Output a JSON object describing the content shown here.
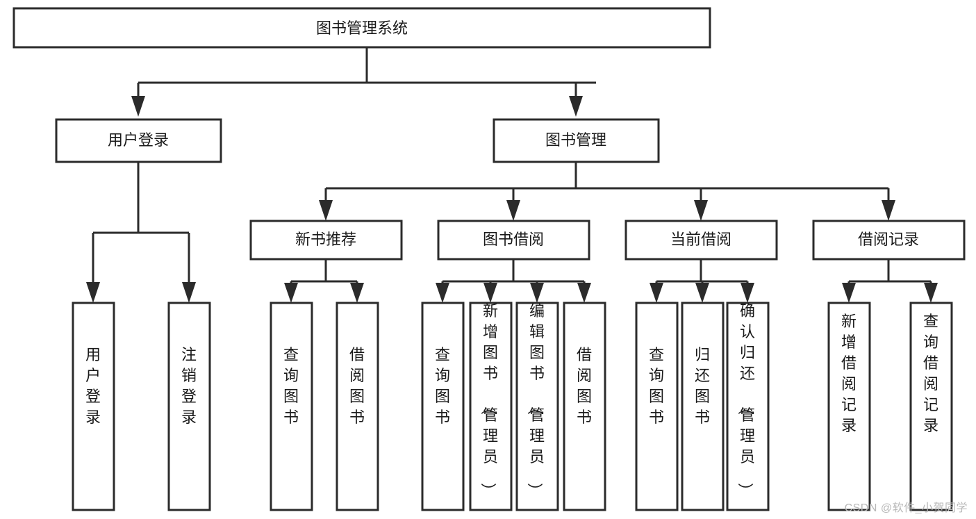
{
  "diagram": {
    "title": "图书管理系统",
    "type": "tree",
    "watermark": "CSDN @软件_小贺同学",
    "colors": {
      "box_stroke": "#2b2b2b",
      "box_fill": "#ffffff",
      "text": "#1a1a1a",
      "watermark": "#b8b8b8",
      "background": "#ffffff"
    },
    "nodes": {
      "root": {
        "label": "图书管理系统",
        "orientation": "horizontal"
      },
      "level1": [
        {
          "label": "用户登录",
          "orientation": "horizontal"
        },
        {
          "label": "图书管理",
          "orientation": "horizontal"
        }
      ],
      "level2": [
        {
          "label": "新书推荐",
          "orientation": "horizontal"
        },
        {
          "label": "图书借阅",
          "orientation": "horizontal"
        },
        {
          "label": "当前借阅",
          "orientation": "horizontal"
        },
        {
          "label": "借阅记录",
          "orientation": "horizontal"
        }
      ],
      "leaves": {
        "user_login": [
          {
            "label": "用户登录",
            "orientation": "vertical"
          },
          {
            "label": "注销登录",
            "orientation": "vertical"
          }
        ],
        "new_book_recommend": [
          {
            "label": "查询图书",
            "orientation": "vertical"
          },
          {
            "label": "借阅图书",
            "orientation": "vertical"
          }
        ],
        "book_borrow": [
          {
            "label": "查询图书",
            "orientation": "vertical"
          },
          {
            "label": "新增图书（管理员）",
            "orientation": "vertical"
          },
          {
            "label": "编辑图书（管理员）",
            "orientation": "vertical"
          },
          {
            "label": "借阅图书",
            "orientation": "vertical"
          }
        ],
        "current_borrow": [
          {
            "label": "查询图书",
            "orientation": "vertical"
          },
          {
            "label": "归还图书",
            "orientation": "vertical"
          },
          {
            "label": "确认归还（管理员）",
            "orientation": "vertical"
          }
        ],
        "borrow_record": [
          {
            "label": "新增借阅记录",
            "orientation": "vertical"
          },
          {
            "label": "查询借阅记录",
            "orientation": "vertical"
          }
        ]
      }
    }
  }
}
